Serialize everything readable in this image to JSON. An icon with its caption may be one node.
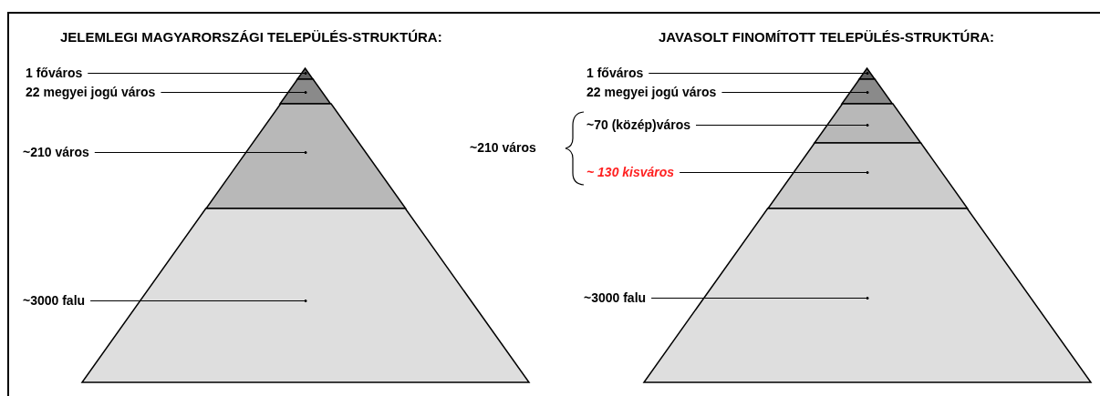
{
  "diagram": {
    "nodes": [
      {
        "text": [
          "1 főváros"
        ]
      },
      {
        "text": [
          "22 megyei jogú város"
        ]
      },
      {
        "text": [
          "~210 város"
        ]
      },
      {
        "text": [
          "~3000 falu"
        ]
      },
      {
        "text": [],
        "shape": "triangle"
      },
      {
        "text": [],
        "shape": "trapezoid"
      },
      {
        "text": [],
        "shape": "trapezoid"
      },
      {
        "text": [],
        "shape": "trapezoid"
      },
      {
        "text": [
          "1 főváros"
        ]
      },
      {
        "text": [
          "22 megyei jogú város"
        ]
      },
      {
        "text": [
          "~210 város"
        ]
      },
      {
        "text": [
          "~70 (közép)város"
        ]
      },
      {
        "text": [
          "~ 130 kisváros"
        ]
      },
      {
        "text": [
          "~3000 falu"
        ]
      },
      {
        "text": [],
        "shape": "triangle"
      },
      {
        "text": [],
        "shape": "trapezoid"
      },
      {
        "text": [],
        "shape": "trapezoid"
      },
      {
        "text": [],
        "shape": "trapezoid"
      },
      {
        "text": [],
        "shape": "trapezoid"
      }
    ],
    "edges": [
      {
        "from": 0,
        "to": 4,
        "arrow": "other"
      },
      {
        "from": 1,
        "to": 5,
        "arrow": "other"
      },
      {
        "from": 2,
        "to": 6,
        "arrow": "other"
      },
      {
        "from": 3,
        "to": 7,
        "arrow": "other"
      },
      {
        "from": 8,
        "to": 14,
        "arrow": "other"
      },
      {
        "from": 9,
        "to": 15,
        "arrow": "other"
      },
      {
        "from": 11,
        "to": 16,
        "arrow": "other"
      },
      {
        "from": 12,
        "to": 17,
        "arrow": "other"
      },
      {
        "from": 13,
        "to": 18,
        "arrow": "other"
      }
    ],
    "labels": [
      "JELEMLEGI MAGYARORSZÁGI TELEPÜLÉS-STRUKTÚRA:",
      "JAVASOLT FINOMÍTOTT TELEPÜLÉS-STRUKTÚRA:"
    ]
  }
}
